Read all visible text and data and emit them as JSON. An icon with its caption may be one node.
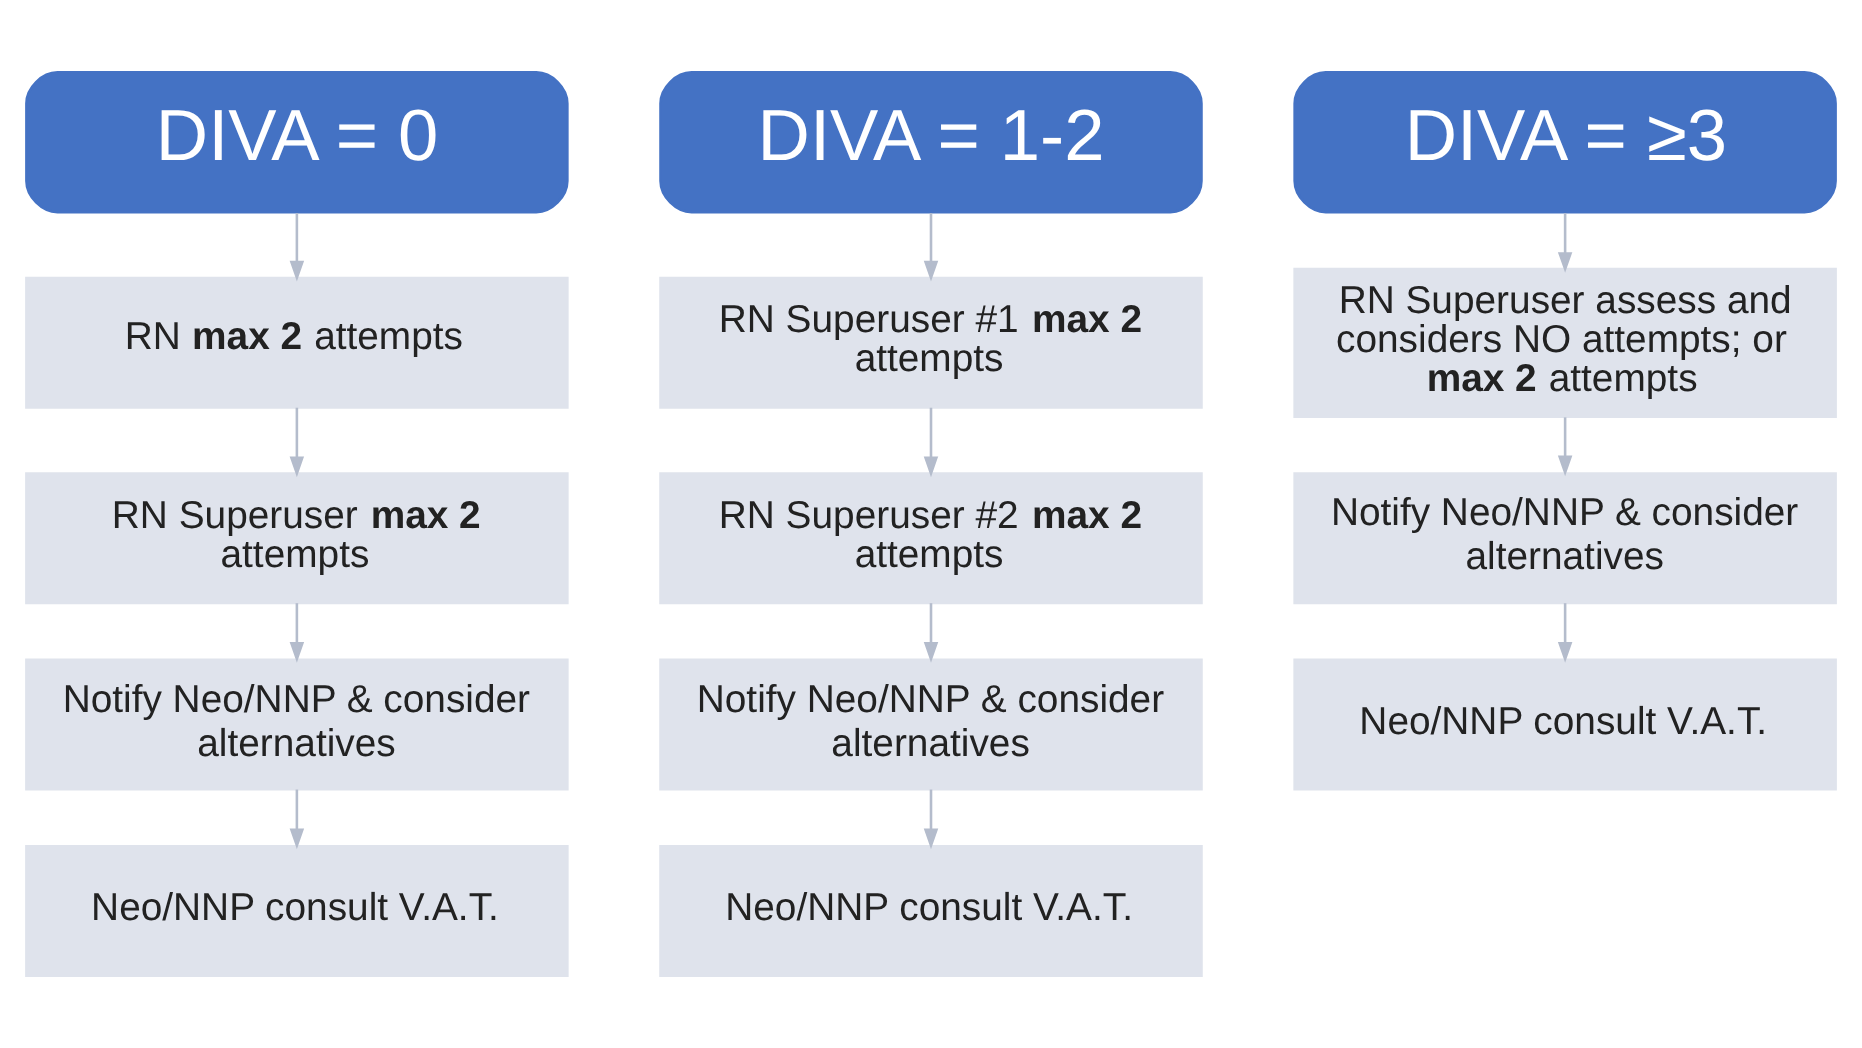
{
  "diagram": {
    "nodes": [
      {
        "text": [
          "DIVA = 0"
        ]
      },
      {
        "text": [
          "RN **max 2** attempts"
        ]
      },
      {
        "text": [
          "RN Superuser **max 2** attempts"
        ]
      },
      {
        "text": [
          "Notify Neo/NNP & consider alternatives"
        ]
      },
      {
        "text": [
          "Neo/NNP consult V.A.T."
        ]
      },
      {
        "text": [
          "DIVA = 1-2"
        ]
      },
      {
        "text": [
          "RN Superuser #1 **max 2** attempts"
        ]
      },
      {
        "text": [
          "RN Superuser #2 **max 2** attempts"
        ]
      },
      {
        "text": [
          "Notify Neo/NNP & consider alternatives"
        ]
      },
      {
        "text": [
          "Neo/NNP consult V.A.T."
        ]
      },
      {
        "text": [
          "DIVA = ≥3"
        ]
      },
      {
        "text": [
          "RN Superuser assess and considers NO attempts; or **max 2** attempts"
        ]
      },
      {
        "text": [
          "Notify Neo/NNP & consider alternatives"
        ]
      },
      {
        "text": [
          "Neo/NNP consult V.A.T."
        ]
      }
    ],
    "edges": [
      {
        "from": 0,
        "to": 1,
        "arrow": "to"
      },
      {
        "from": 1,
        "to": 2,
        "arrow": "to"
      },
      {
        "from": 2,
        "to": 3,
        "arrow": "to"
      },
      {
        "from": 3,
        "to": 4,
        "arrow": "to"
      },
      {
        "from": 5,
        "to": 6,
        "arrow": "to"
      },
      {
        "from": 6,
        "to": 7,
        "arrow": "to"
      },
      {
        "from": 7,
        "to": 8,
        "arrow": "to"
      },
      {
        "from": 8,
        "to": 9,
        "arrow": "to"
      },
      {
        "from": 10,
        "to": 11,
        "arrow": "to"
      },
      {
        "from": 11,
        "to": 12,
        "arrow": "to"
      },
      {
        "from": 12,
        "to": 13,
        "arrow": "to"
      }
    ]
  }
}
